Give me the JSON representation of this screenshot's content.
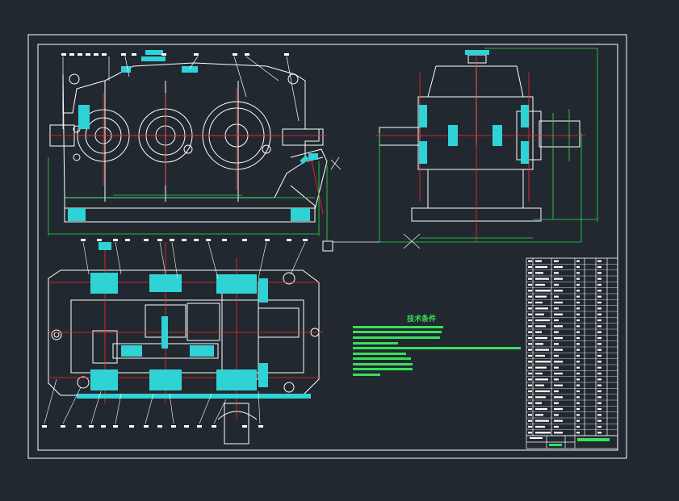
{
  "drawing": {
    "background": "#212830",
    "colors": {
      "outline": "#ffffff",
      "centerline": "#ff2a2a",
      "dimension": "#29e04a",
      "hatch": "#2fd3d6",
      "text": "#ffffff"
    }
  },
  "technical_requirements": {
    "title": "技术条件",
    "line_count": 10
  },
  "parts_list": {
    "row_count": 30,
    "columns": 6
  },
  "title_block": {
    "cells": 4
  }
}
